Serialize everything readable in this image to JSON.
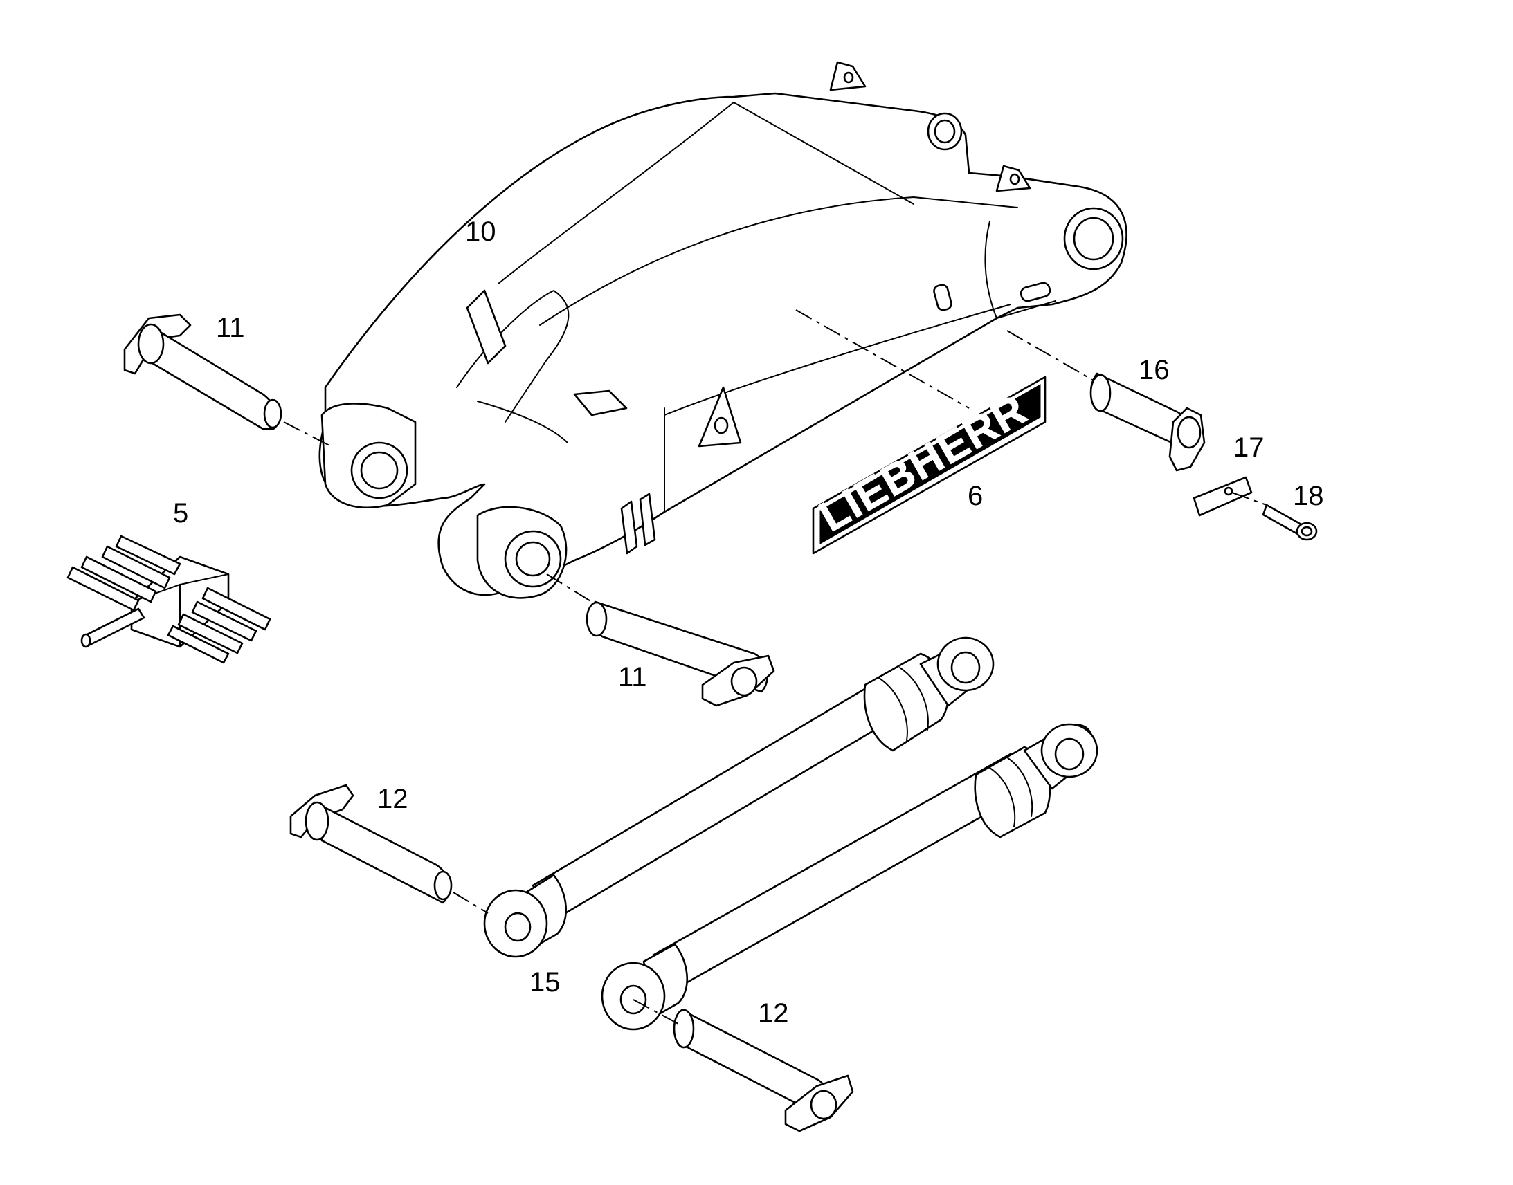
{
  "colors": {
    "line": "#000000",
    "background": "#ffffff"
  },
  "callouts": {
    "boom": "10",
    "pin_upper_left": "11",
    "pin_lower_left": "11",
    "pin_right": "16",
    "plate": "17",
    "bolt": "18",
    "decal": "6",
    "valve_block": "5",
    "cylinder_pin_upper": "12",
    "cylinder_pin_lower": "12",
    "cylinders": "15"
  },
  "decal": {
    "text": "LIEBHERR"
  }
}
